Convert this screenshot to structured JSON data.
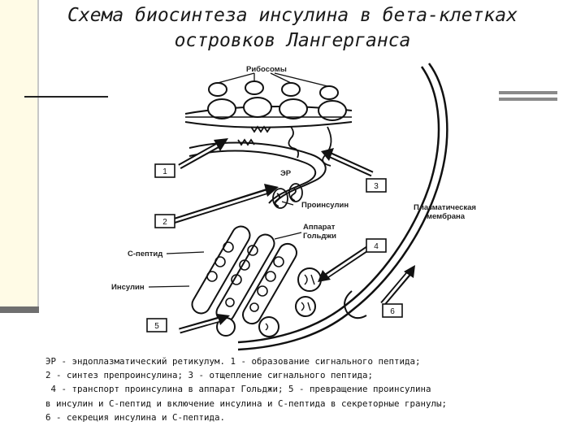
{
  "slide": {
    "title_line1": "Схема биосинтеза инсулина в бета-клетках",
    "title_line2": "островков Лангерганса"
  },
  "figure": {
    "labels": {
      "ribosomes": "Рибосомы",
      "er": "ЭР",
      "proinsulin": "Проинсулин",
      "golgi_line1": "Аппарат",
      "golgi_line2": "Гольджи",
      "c_peptide": "С-пептид",
      "insulin": "Инсулин",
      "membrane_line1": "Плазматическая",
      "membrane_line2": "мембрана"
    },
    "steps": [
      "1",
      "2",
      "3",
      "4",
      "5",
      "6"
    ]
  },
  "caption": {
    "line1": "ЭР - эндоплазматический ретикулум. 1 - образование сигнального пептида;",
    "line2": "2 - синтез препроинсулина; 3 - отщепление сигнального пептида;",
    "line3": " 4 - транспорт проинсулина в аппарат Гольджи; 5 - превращение проинсулина",
    "line4": "в инсулин и С-пептид и включение инсулина и С-пептида в секреторные гранулы;",
    "line5": "6 - секреция инсулина и С-пептида."
  }
}
